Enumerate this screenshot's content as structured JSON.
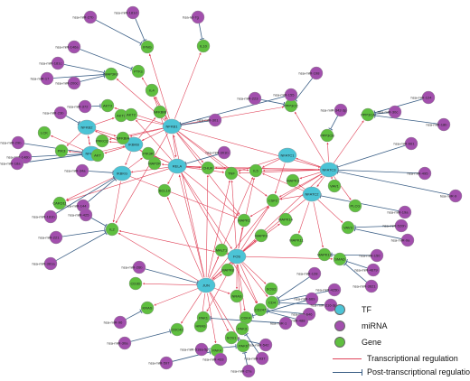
{
  "colors": {
    "tf": "#4cc4d6",
    "mirna": "#a24fad",
    "gene": "#5fbf3f",
    "transcriptional_edge": "#e0445a",
    "post_transcriptional_edge": "#3b5f86"
  },
  "legend": {
    "tf": "TF",
    "mirna": "miRNA",
    "gene": "Gene",
    "transcriptional": "Transcriptional regulation",
    "post_transcriptional": "Post-transcriptional regulation"
  },
  "nodes": [
    {
      "id": "NFKB1",
      "type": "tf",
      "label": "NFKB1"
    },
    {
      "id": "RELA",
      "type": "tf",
      "label": "RELA"
    },
    {
      "id": "NFKB2",
      "type": "tf",
      "label": "NFKB2"
    },
    {
      "id": "NFKB3",
      "type": "tf",
      "label": "NFKB3"
    },
    {
      "id": "IKBKB",
      "type": "tf",
      "label": "IKBKB"
    },
    {
      "id": "IKBKG",
      "type": "tf",
      "label": "IKBKG"
    },
    {
      "id": "NFATC1",
      "type": "tf",
      "label": "NFATC1"
    },
    {
      "id": "NFATC2",
      "type": "tf",
      "label": "NFATC2"
    },
    {
      "id": "NFATC3",
      "type": "tf",
      "label": "NFATC3"
    },
    {
      "id": "FOS",
      "type": "tf",
      "label": "FOS"
    },
    {
      "id": "JUN",
      "type": "tf",
      "label": "JUN"
    },
    {
      "id": "IFNG",
      "type": "gene",
      "label": "IFNG"
    },
    {
      "id": "IL10",
      "type": "gene",
      "label": "IL10"
    },
    {
      "id": "PTK",
      "type": "gene",
      "label": "PTKs"
    },
    {
      "id": "IL4",
      "type": "gene",
      "label": "IL4"
    },
    {
      "id": "MAP3K",
      "type": "gene",
      "label": "MAP3K8"
    },
    {
      "id": "AKT3",
      "type": "gene",
      "label": "AKT3"
    },
    {
      "id": "AKT1",
      "type": "gene",
      "label": "AKT1"
    },
    {
      "id": "NFKBIA",
      "type": "gene",
      "label": "NFKBIA"
    },
    {
      "id": "AKT2",
      "type": "gene",
      "label": "AKT2"
    },
    {
      "id": "NFKBIB",
      "type": "gene",
      "label": "NFKBIB"
    },
    {
      "id": "LCK",
      "type": "gene",
      "label": "LCK"
    },
    {
      "id": "PIK3",
      "type": "gene",
      "label": "PIK3"
    },
    {
      "id": "PRKCQ",
      "type": "gene",
      "label": "PRKCQ"
    },
    {
      "id": "AKTb",
      "type": "gene",
      "label": "AKT"
    },
    {
      "id": "MAP2K",
      "type": "gene",
      "label": "MAP2K"
    },
    {
      "id": "PIK3R",
      "type": "gene",
      "label": "PIK3R"
    },
    {
      "id": "CARD11",
      "type": "gene",
      "label": "CARD11"
    },
    {
      "id": "IL2",
      "type": "gene",
      "label": "IL2"
    },
    {
      "id": "BCL10",
      "type": "gene",
      "label": "BCL10"
    },
    {
      "id": "CHUK",
      "type": "gene",
      "label": "CHUK"
    },
    {
      "id": "TNF",
      "type": "gene",
      "label": "TNF"
    },
    {
      "id": "IL5",
      "type": "gene",
      "label": "IL5"
    },
    {
      "id": "MAPK1",
      "type": "gene",
      "label": "MAPK1"
    },
    {
      "id": "CSF2",
      "type": "gene",
      "label": "CSF2"
    },
    {
      "id": "PPP3CC",
      "type": "gene",
      "label": "PPP3CC"
    },
    {
      "id": "PPP3CB",
      "type": "gene",
      "label": "PPP3CB"
    },
    {
      "id": "PPP3CA",
      "type": "gene",
      "label": "PPP3CA"
    },
    {
      "id": "VAV1",
      "type": "gene",
      "label": "VAV1"
    },
    {
      "id": "MAPK3",
      "type": "gene",
      "label": "MAPK3"
    },
    {
      "id": "PLCG",
      "type": "gene",
      "label": "PLCG"
    },
    {
      "id": "VAV3",
      "type": "gene",
      "label": "VAV3"
    },
    {
      "id": "MAPK11",
      "type": "gene",
      "label": "MAPK11"
    },
    {
      "id": "MAPK12",
      "type": "gene",
      "label": "MAPK12"
    },
    {
      "id": "MAPK14",
      "type": "gene",
      "label": "MAPK14"
    },
    {
      "id": "SMAD",
      "type": "gene",
      "label": "SMAD"
    },
    {
      "id": "MALT1",
      "type": "gene",
      "label": "MALT1"
    },
    {
      "id": "MAPK8",
      "type": "gene",
      "label": "MAPK8"
    },
    {
      "id": "MAPK9",
      "type": "gene",
      "label": "MAPK9"
    },
    {
      "id": "CD3D",
      "type": "gene",
      "label": "CD3D"
    },
    {
      "id": "CD4",
      "type": "gene",
      "label": "CD4"
    },
    {
      "id": "KRAS",
      "type": "gene",
      "label": "KRAS"
    },
    {
      "id": "NRAS",
      "type": "gene",
      "label": "NRAS"
    },
    {
      "id": "SOS2",
      "type": "gene",
      "label": "SOS2"
    },
    {
      "id": "CD247",
      "type": "gene",
      "label": "CD247"
    },
    {
      "id": "CDK4",
      "type": "gene",
      "label": "CDK4"
    },
    {
      "id": "PAK1",
      "type": "gene",
      "label": "PAK1"
    },
    {
      "id": "PAK3",
      "type": "gene",
      "label": "PAK3"
    },
    {
      "id": "HRAS",
      "type": "gene",
      "label": "HRAS"
    },
    {
      "id": "CDC42",
      "type": "gene",
      "label": "CDC42"
    },
    {
      "id": "PAK6",
      "type": "gene",
      "label": "PAK6"
    },
    {
      "id": "PAK4",
      "type": "gene",
      "label": "PAK4"
    },
    {
      "id": "SOS1",
      "type": "gene",
      "label": "SOS1"
    },
    {
      "id": "m1",
      "type": "mirna",
      "label": "hsa-miR-27b"
    },
    {
      "id": "m2",
      "type": "mirna",
      "label": "hsa-miR-181d"
    },
    {
      "id": "m3",
      "type": "mirna",
      "label": "hsa-let-7g"
    },
    {
      "id": "m4",
      "type": "mirna",
      "label": "hsa-miR-146a"
    },
    {
      "id": "m5",
      "type": "mirna",
      "label": "hsa-miR-181c"
    },
    {
      "id": "m6",
      "type": "mirna",
      "label": "hsa-miR-17"
    },
    {
      "id": "m7",
      "type": "mirna",
      "label": "hsa-miR-200c"
    },
    {
      "id": "m8",
      "type": "mirna",
      "label": "hsa-miR-198"
    },
    {
      "id": "m9",
      "type": "mirna",
      "label": "hsa-miR-124"
    },
    {
      "id": "m10",
      "type": "mirna",
      "label": "hsa-miR-372"
    },
    {
      "id": "m11",
      "type": "mirna",
      "label": "hsa-miR-155"
    },
    {
      "id": "m12",
      "type": "mirna",
      "label": "hsa-miR-223"
    },
    {
      "id": "m13",
      "type": "mirna",
      "label": "hsa-miR-342-3p"
    },
    {
      "id": "m14",
      "type": "mirna",
      "label": "hsa-miR-30c"
    },
    {
      "id": "m15",
      "type": "mirna",
      "label": "hsa-miR-18b"
    },
    {
      "id": "m16",
      "type": "mirna",
      "label": "hsa-miR-29b"
    },
    {
      "id": "m17",
      "type": "mirna",
      "label": "hsa-miR-146b"
    },
    {
      "id": "m18",
      "type": "mirna",
      "label": "hsa-miR-661"
    },
    {
      "id": "m19",
      "type": "mirna",
      "label": "hsa-miR-495"
    },
    {
      "id": "m20",
      "type": "mirna",
      "label": "hsa-miR-301"
    },
    {
      "id": "m21",
      "type": "mirna",
      "label": "hsa-miR-9"
    },
    {
      "id": "m22",
      "type": "mirna",
      "label": "hsa-miR-301b"
    },
    {
      "id": "m23",
      "type": "mirna",
      "label": "hsa-miR-34a"
    },
    {
      "id": "m24",
      "type": "mirna",
      "label": "hsa-miR-144"
    },
    {
      "id": "m25",
      "type": "mirna",
      "label": "hsa-miR-19a"
    },
    {
      "id": "m26",
      "type": "mirna",
      "label": "hsa-miR-181b"
    },
    {
      "id": "m27",
      "type": "mirna",
      "label": "hsa-miR-425"
    },
    {
      "id": "m28",
      "type": "mirna",
      "label": "hsa-miR-221"
    },
    {
      "id": "m29",
      "type": "mirna",
      "label": "hsa-miR-381a"
    },
    {
      "id": "m30",
      "type": "mirna",
      "label": "hsa-miR-520h"
    },
    {
      "id": "m31",
      "type": "mirna",
      "label": "hsa-miR-9a"
    },
    {
      "id": "m32",
      "type": "mirna",
      "label": "hsa-miR-150"
    },
    {
      "id": "m33",
      "type": "mirna",
      "label": "hsa-miR-4679"
    },
    {
      "id": "m34",
      "type": "mirna",
      "label": "hsa-miR-3621"
    },
    {
      "id": "m35",
      "type": "mirna",
      "label": "hsa-miR-128"
    },
    {
      "id": "m36",
      "type": "mirna",
      "label": "hsa-miR-425b"
    },
    {
      "id": "m37",
      "type": "mirna",
      "label": "hsa-miR-669"
    },
    {
      "id": "m38",
      "type": "mirna",
      "label": "hsa-miR-216-3p"
    },
    {
      "id": "m39",
      "type": "mirna",
      "label": "hsa-miR-646"
    },
    {
      "id": "m40",
      "type": "mirna",
      "label": "hsa-miR-488"
    },
    {
      "id": "m41",
      "type": "mirna",
      "label": "hsa-miR-26b"
    },
    {
      "id": "m42",
      "type": "mirna",
      "label": "hsa-miR-96"
    },
    {
      "id": "m43",
      "type": "mirna",
      "label": "hsa-miR-30a"
    },
    {
      "id": "m44",
      "type": "mirna",
      "label": "hsa-miR-433"
    },
    {
      "id": "m45",
      "type": "mirna",
      "label": "hsa-miR-518a-5p"
    },
    {
      "id": "m46",
      "type": "mirna",
      "label": "hsa-miR-597"
    },
    {
      "id": "m47",
      "type": "mirna",
      "label": "hsa-miR-937"
    },
    {
      "id": "m48",
      "type": "mirna",
      "label": "hsa-miR-27a"
    },
    {
      "id": "m49",
      "type": "mirna",
      "label": "hsa-miR-1"
    },
    {
      "id": "m50",
      "type": "mirna",
      "label": "hsa-miR-542"
    },
    {
      "id": "m51",
      "type": "mirna",
      "label": "hsa-miR-23b"
    },
    {
      "id": "m52",
      "type": "mirna",
      "label": "hsa-miR-18a"
    }
  ],
  "edges": [
    [
      "NFKB1",
      "IFNG",
      "t"
    ],
    [
      "NFKB1",
      "IL10",
      "t"
    ],
    [
      "NFKB1",
      "PTK",
      "t"
    ],
    [
      "NFKB1",
      "IL4",
      "t"
    ],
    [
      "NFKB1",
      "MAP3K",
      "t"
    ],
    [
      "NFKB1",
      "AKT3",
      "t"
    ],
    [
      "NFKB1",
      "AKT1",
      "t"
    ],
    [
      "NFKB1",
      "NFKBIA",
      "t"
    ],
    [
      "NFKB1",
      "NFKBIB",
      "t"
    ],
    [
      "NFKB1",
      "PRKCQ",
      "t"
    ],
    [
      "NFKB1",
      "IKBKB",
      "t"
    ],
    [
      "NFKB1",
      "RELA",
      "t"
    ],
    [
      "NFKB1",
      "PPP3CC",
      "t"
    ],
    [
      "NFKB1",
      "IL2",
      "t"
    ],
    [
      "NFKB1",
      "TNF",
      "t"
    ],
    [
      "NFKB1",
      "CSF2",
      "t"
    ],
    [
      "NFKB1",
      "MAPK1",
      "t"
    ],
    [
      "NFKB1",
      "CHUK",
      "t"
    ],
    [
      "NFKB1",
      "NFATC3",
      "t"
    ],
    [
      "RELA",
      "NFKB2",
      "t"
    ],
    [
      "RELA",
      "IKBKG",
      "t"
    ],
    [
      "RELA",
      "PIK3R",
      "t"
    ],
    [
      "RELA",
      "BCL10",
      "t"
    ],
    [
      "RELA",
      "CHUK",
      "t"
    ],
    [
      "RELA",
      "TNF",
      "t"
    ],
    [
      "RELA",
      "IL5",
      "t"
    ],
    [
      "RELA",
      "MAPK1",
      "t"
    ],
    [
      "RELA",
      "FOS",
      "t"
    ],
    [
      "RELA",
      "CARD11",
      "t"
    ],
    [
      "RELA",
      "MAP2K",
      "t"
    ],
    [
      "RELA",
      "IL4",
      "t"
    ],
    [
      "RELA",
      "AKT2",
      "t"
    ],
    [
      "RELA",
      "NFATC3",
      "t"
    ],
    [
      "RELA",
      "CD247",
      "t"
    ],
    [
      "NFKB3",
      "NFKB2",
      "t"
    ],
    [
      "NFKB3",
      "IKBKB",
      "t"
    ],
    [
      "NFKB3",
      "AKTb",
      "t"
    ],
    [
      "NFKB3",
      "LCK",
      "t"
    ],
    [
      "NFKB3",
      "PIK3",
      "t"
    ],
    [
      "NFKB2",
      "NFKBIA",
      "t"
    ],
    [
      "NFKB2",
      "AKT1",
      "t"
    ],
    [
      "NFKB2",
      "NFKB3",
      "t"
    ],
    [
      "NFKB2",
      "PIK3",
      "t"
    ],
    [
      "IKBKB",
      "AKTb",
      "t"
    ],
    [
      "IKBKB",
      "MAP2K",
      "t"
    ],
    [
      "IKBKB",
      "IKBKG",
      "t"
    ],
    [
      "IKBKB",
      "PRKCQ",
      "t"
    ],
    [
      "IKBKB",
      "NFKBIB",
      "t"
    ],
    [
      "IKBKG",
      "CARD11",
      "t"
    ],
    [
      "IKBKG",
      "IL2",
      "t"
    ],
    [
      "IKBKG",
      "PIK3R",
      "t"
    ],
    [
      "IKBKG",
      "MAPK1",
      "t"
    ],
    [
      "NFATC3",
      "PPP3CC",
      "t"
    ],
    [
      "NFATC3",
      "PPP3CB",
      "t"
    ],
    [
      "NFATC3",
      "PPP3CA",
      "t"
    ],
    [
      "NFATC3",
      "NFATC1",
      "t"
    ],
    [
      "NFATC3",
      "NFATC2",
      "t"
    ],
    [
      "NFATC3",
      "VAV1",
      "t"
    ],
    [
      "NFATC3",
      "PLCG",
      "t"
    ],
    [
      "NFATC3",
      "MAPK3",
      "t"
    ],
    [
      "NFATC3",
      "IL5",
      "t"
    ],
    [
      "NFATC3",
      "TNF",
      "t"
    ],
    [
      "NFATC3",
      "CSF2",
      "t"
    ],
    [
      "NFATC3",
      "CHUK",
      "t"
    ],
    [
      "NFATC3",
      "MAPK1",
      "t"
    ],
    [
      "NFATC2",
      "CSF2",
      "t"
    ],
    [
      "NFATC2",
      "MAPK3",
      "t"
    ],
    [
      "NFATC2",
      "MAPK11",
      "t"
    ],
    [
      "NFATC2",
      "FOS",
      "t"
    ],
    [
      "NFATC2",
      "IL5",
      "t"
    ],
    [
      "NFATC2",
      "VAV3",
      "t"
    ],
    [
      "NFATC2",
      "MAPK12",
      "t"
    ],
    [
      "NFATC1",
      "IL5",
      "t"
    ],
    [
      "NFATC1",
      "TNF",
      "t"
    ],
    [
      "NFATC1",
      "CSF2",
      "t"
    ],
    [
      "FOS",
      "JUN",
      "t"
    ],
    [
      "FOS",
      "MAPK8",
      "t"
    ],
    [
      "FOS",
      "MAPK9",
      "t"
    ],
    [
      "FOS",
      "MALT1",
      "t"
    ],
    [
      "FOS",
      "NRAS",
      "t"
    ],
    [
      "FOS",
      "SOS2",
      "t"
    ],
    [
      "FOS",
      "CD4",
      "t"
    ],
    [
      "FOS",
      "CDK4",
      "t"
    ],
    [
      "FOS",
      "MAPK14",
      "t"
    ],
    [
      "FOS",
      "SMAD",
      "t"
    ],
    [
      "FOS",
      "CSF2",
      "t"
    ],
    [
      "FOS",
      "MAPK1",
      "t"
    ],
    [
      "FOS",
      "IL5",
      "t"
    ],
    [
      "FOS",
      "TNF",
      "t"
    ],
    [
      "FOS",
      "NFATC3",
      "t"
    ],
    [
      "FOS",
      "PAK1",
      "t"
    ],
    [
      "FOS",
      "PAK3",
      "t"
    ],
    [
      "FOS",
      "CD247",
      "t"
    ],
    [
      "FOS",
      "IL2",
      "t"
    ],
    [
      "JUN",
      "CD3D",
      "t"
    ],
    [
      "JUN",
      "KRAS",
      "t"
    ],
    [
      "JUN",
      "HRAS",
      "t"
    ],
    [
      "JUN",
      "CDC42",
      "t"
    ],
    [
      "JUN",
      "PAK6",
      "t"
    ],
    [
      "JUN",
      "PAK4",
      "t"
    ],
    [
      "JUN",
      "MALT1",
      "t"
    ],
    [
      "JUN",
      "MAPK8",
      "t"
    ],
    [
      "JUN",
      "NRAS",
      "t"
    ],
    [
      "JUN",
      "MAPK9",
      "t"
    ],
    [
      "JUN",
      "IL2",
      "t"
    ],
    [
      "JUN",
      "TNF",
      "t"
    ],
    [
      "JUN",
      "CSF2",
      "t"
    ],
    [
      "JUN",
      "IL5",
      "t"
    ],
    [
      "JUN",
      "RELA",
      "t"
    ],
    [
      "JUN",
      "NFKB1",
      "t"
    ],
    [
      "JUN",
      "CHUK",
      "t"
    ],
    [
      "JUN",
      "BCL10",
      "t"
    ],
    [
      "JUN",
      "SOS1",
      "t"
    ],
    [
      "m1",
      "IFNG",
      "p"
    ],
    [
      "m2",
      "IFNG",
      "p"
    ],
    [
      "m3",
      "IL10",
      "p"
    ],
    [
      "m4",
      "PTK",
      "p"
    ],
    [
      "m5",
      "MAP3K",
      "p"
    ],
    [
      "m6",
      "MAP3K",
      "p"
    ],
    [
      "m7",
      "MAP3K",
      "p"
    ],
    [
      "m10",
      "AKT3",
      "p"
    ],
    [
      "m11",
      "NFKB1",
      "p"
    ],
    [
      "m8",
      "PPP3CC",
      "p"
    ],
    [
      "m12",
      "PPP3CC",
      "p"
    ],
    [
      "m9",
      "PPP3CA",
      "p"
    ],
    [
      "m13",
      "PPP3CB",
      "p"
    ],
    [
      "m14",
      "PPP3CA",
      "p"
    ],
    [
      "m15",
      "PPP3CA",
      "p"
    ],
    [
      "m16",
      "NFKB3",
      "p"
    ],
    [
      "m17",
      "NFKB3",
      "p"
    ],
    [
      "m18",
      "NFATC3",
      "p"
    ],
    [
      "m19",
      "NFATC3",
      "p"
    ],
    [
      "m20",
      "NFKB1",
      "p"
    ],
    [
      "m21",
      "NFATC3",
      "p"
    ],
    [
      "m22",
      "RELA",
      "p"
    ],
    [
      "m23",
      "IKBKG",
      "p"
    ],
    [
      "m24",
      "IKBKG",
      "p"
    ],
    [
      "m25",
      "NFATC2",
      "p"
    ],
    [
      "m26",
      "IKBKG",
      "p"
    ],
    [
      "m27",
      "IL2",
      "p"
    ],
    [
      "m28",
      "IL2",
      "p"
    ],
    [
      "m29",
      "IL2",
      "p"
    ],
    [
      "m30",
      "VAV3",
      "p"
    ],
    [
      "m31",
      "VAV3",
      "p"
    ],
    [
      "m32",
      "MAPK12",
      "p"
    ],
    [
      "m33",
      "SMAD",
      "p"
    ],
    [
      "m34",
      "SMAD",
      "p"
    ],
    [
      "m35",
      "CD4",
      "p"
    ],
    [
      "m36",
      "CD4",
      "p"
    ],
    [
      "m37",
      "CDK4",
      "p"
    ],
    [
      "m38",
      "CD4",
      "p"
    ],
    [
      "m39",
      "CD247",
      "p"
    ],
    [
      "m40",
      "CD247",
      "p"
    ],
    [
      "m41",
      "JUN",
      "p"
    ],
    [
      "m42",
      "KRAS",
      "p"
    ],
    [
      "m43",
      "CDC42",
      "p"
    ],
    [
      "m44",
      "PAK4",
      "p"
    ],
    [
      "m45",
      "PAK6",
      "p"
    ],
    [
      "m46",
      "PAK4",
      "p"
    ],
    [
      "m47",
      "PAK3",
      "p"
    ],
    [
      "m48",
      "PAK6",
      "p"
    ],
    [
      "m49",
      "PAK1",
      "p"
    ],
    [
      "m50",
      "SOS1",
      "p"
    ],
    [
      "m51",
      "NFKB2",
      "p"
    ],
    [
      "m52",
      "NFKB3",
      "p"
    ]
  ]
}
